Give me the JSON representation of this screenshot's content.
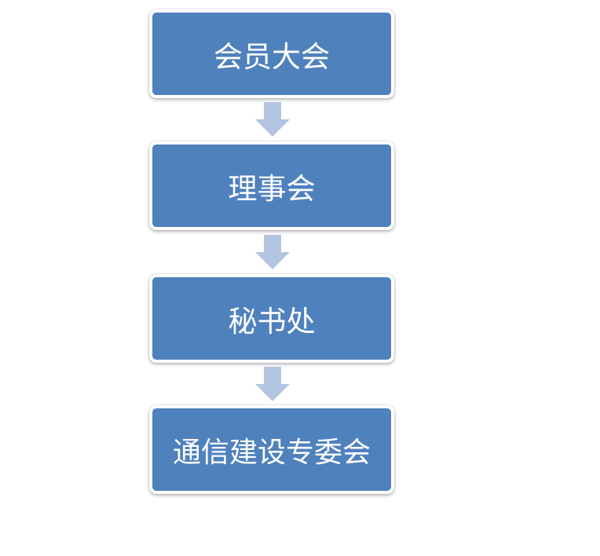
{
  "colors": {
    "node_fill": "#4f81bd",
    "node_border": "#ffffff",
    "node_text": "#ffffff",
    "arrow_fill": "#b3c5e0"
  },
  "nodes": [
    {
      "label": "会员大会"
    },
    {
      "label": "理事会"
    },
    {
      "label": "秘书处"
    },
    {
      "label": "通信建设专委会"
    }
  ],
  "connectors": [
    {
      "icon": "arrow-down-icon"
    },
    {
      "icon": "arrow-down-icon"
    },
    {
      "icon": "arrow-down-icon"
    }
  ]
}
